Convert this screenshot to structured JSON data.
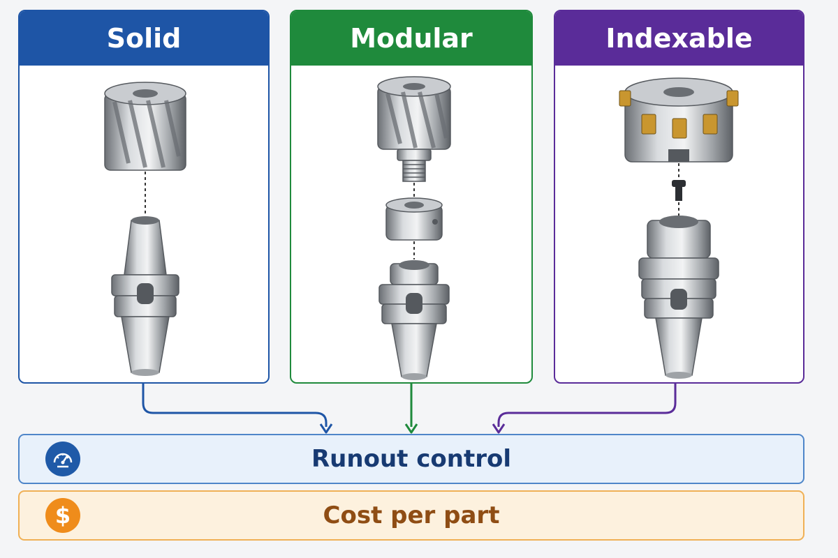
{
  "panels": {
    "solid": {
      "title": "Solid",
      "color": "#1e55a6"
    },
    "modular": {
      "title": "Modular",
      "color": "#1f8a3c"
    },
    "indexable": {
      "title": "Indexable",
      "color": "#5a2c99"
    }
  },
  "outcomes": {
    "runout": {
      "label": "Runout control",
      "icon": "gauge-icon",
      "color": "#1f5aa8"
    },
    "cost": {
      "label": "Cost per part",
      "icon": "dollar-icon",
      "icon_glyph": "$",
      "color": "#ef8c1b"
    }
  }
}
